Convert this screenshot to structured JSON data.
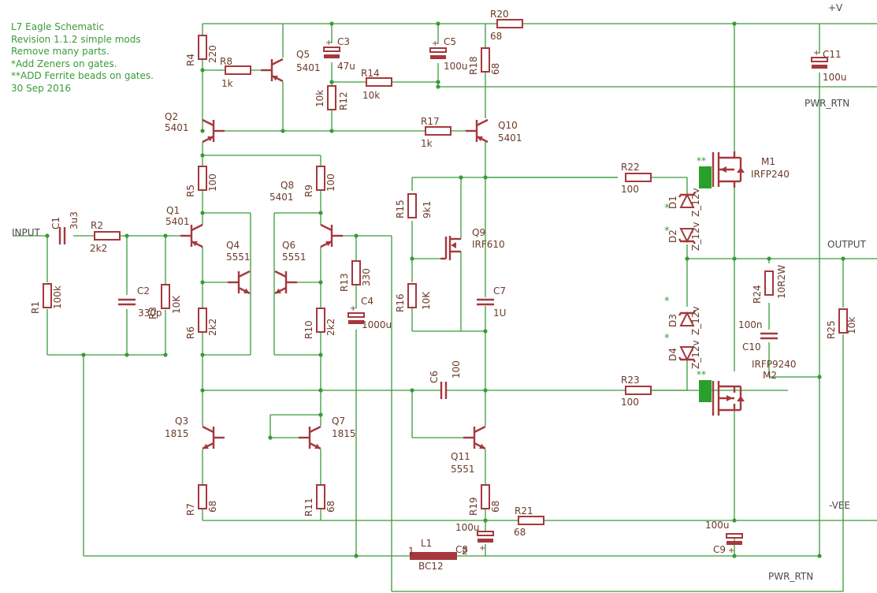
{
  "notes": [
    "L7 Eagle Schematic",
    "Revision 1.1.2 simple mods",
    "Remove many parts.",
    "*Add Zeners on gates.",
    "**ADD Ferrite beads on gates.",
    "30 Sep 2016"
  ],
  "nets": {
    "vplus": "+V",
    "input": "INPUT",
    "output": "OUTPUT",
    "vee": "-VEE",
    "pwr_rtn": "PWR_RTN"
  },
  "resistors": {
    "R1": {
      "name": "R1",
      "value": "100k"
    },
    "R2": {
      "name": "R2",
      "value": "2k2"
    },
    "R3": {
      "name": "R3",
      "value": "10K"
    },
    "R4": {
      "name": "R4",
      "value": "220"
    },
    "R5": {
      "name": "R5",
      "value": "100"
    },
    "R6": {
      "name": "R6",
      "value": "2k2"
    },
    "R7": {
      "name": "R7",
      "value": "68"
    },
    "R8": {
      "name": "R8",
      "value": "1k"
    },
    "R9": {
      "name": "R9",
      "value": "100"
    },
    "R10": {
      "name": "R10",
      "value": "2k2"
    },
    "R11": {
      "name": "R11",
      "value": "68"
    },
    "R12": {
      "name": "R12",
      "value": "10k"
    },
    "R13": {
      "name": "R13",
      "value": "330"
    },
    "R14": {
      "name": "R14",
      "value": "10k"
    },
    "R15": {
      "name": "R15",
      "value": "9k1"
    },
    "R16": {
      "name": "R16",
      "value": "10K"
    },
    "R17": {
      "name": "R17",
      "value": "1k"
    },
    "R18": {
      "name": "R18",
      "value": "68"
    },
    "R19": {
      "name": "R19",
      "value": "68"
    },
    "R20": {
      "name": "R20",
      "value": "68"
    },
    "R21": {
      "name": "R21",
      "value": "68"
    },
    "R22": {
      "name": "R22",
      "value": "100"
    },
    "R23": {
      "name": "R23",
      "value": "100"
    },
    "R24": {
      "name": "R24",
      "value": "10R2W"
    },
    "R25": {
      "name": "R25",
      "value": "10k"
    }
  },
  "capacitors": {
    "C1": {
      "name": "C1",
      "value": "3u3"
    },
    "C2": {
      "name": "C2",
      "value": "330p"
    },
    "C3": {
      "name": "C3",
      "value": "47u"
    },
    "C4": {
      "name": "C4",
      "value": "1000u"
    },
    "C5": {
      "name": "C5",
      "value": "100u"
    },
    "C6": {
      "name": "C6",
      "value": "100"
    },
    "C7": {
      "name": "C7",
      "value": "1U"
    },
    "C8": {
      "name": "C8",
      "value": "100u"
    },
    "C9": {
      "name": "C9",
      "value": "100u"
    },
    "C10": {
      "name": "C10",
      "value": "100n"
    },
    "C11": {
      "name": "C11",
      "value": "100u"
    }
  },
  "transistors": {
    "Q1": {
      "name": "Q1",
      "value": "5401"
    },
    "Q2": {
      "name": "Q2",
      "value": "5401"
    },
    "Q3": {
      "name": "Q3",
      "value": "1815"
    },
    "Q4": {
      "name": "Q4",
      "value": "5551"
    },
    "Q5": {
      "name": "Q5",
      "value": "5401"
    },
    "Q6": {
      "name": "Q6",
      "value": "5551"
    },
    "Q7": {
      "name": "Q7",
      "value": "1815"
    },
    "Q8": {
      "name": "Q8",
      "value": "5401"
    },
    "Q9": {
      "name": "Q9",
      "value": "IRF610"
    },
    "Q10": {
      "name": "Q10",
      "value": "5401"
    },
    "Q11": {
      "name": "Q11",
      "value": "5551"
    },
    "M1": {
      "name": "M1",
      "value": "IRFP240"
    },
    "M2": {
      "name": "M2",
      "value": "IRFP9240"
    }
  },
  "diodes": {
    "D1": {
      "name": "D1",
      "value": "Z_12v"
    },
    "D2": {
      "name": "D2",
      "value": "Z_12v"
    },
    "D3": {
      "name": "D3",
      "value": "Z_12v"
    },
    "D4": {
      "name": "D4",
      "value": "Z_12v"
    }
  },
  "inductor": {
    "name": "L1",
    "value": "BC12",
    "pin1": "1",
    "pin2": "2"
  },
  "markers": {
    "zener": "*",
    "ferrite": "**",
    "polarity": "+"
  },
  "colors": {
    "wire": "#3a9a3a",
    "component": "#a5383c",
    "label": "#6b3a2a",
    "note": "#3a9a3a",
    "ferrite": "#2aa02a"
  }
}
